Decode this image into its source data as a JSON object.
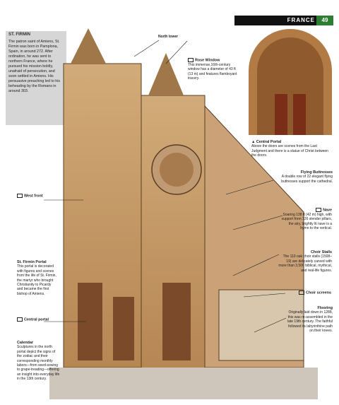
{
  "header": {
    "country": "FRANCE",
    "page": "49"
  },
  "sidebar": {
    "title": "ST. FIRMIN",
    "text": "The patron saint of Amiens, St. Firmin was born in Pamplona, Spain, in around 272. After ordination, he was sent to northern France, where he pursued his mission boldly, unafraid of persecution, and soon settled in Amiens. His persuasive preaching led to his beheading by the Romans in around 303."
  },
  "labels": {
    "north_tower": "North tower",
    "rose_title": "Rose Window",
    "rose_text": "This immense,16th-century window has a diameter of 43 ft (13 m) and features flamboyant tracery.",
    "central_portal_caption_title": "Central Portal",
    "central_portal_caption_text": "Above the doors are scenes from the Last Judgment and there is a statue of Christ between the doors.",
    "flying_title": "Flying Buttresses",
    "flying_text": "A double row of 22 elegant flying buttresses support the cathedral.",
    "west_front": "West front",
    "nave_title": "Nave",
    "nave_text": "Soaring 138 ft (42 m) high, with support from 126 slender pillars, the airy, brightly lit nave is a hymn to the vertical.",
    "firmin_portal_title": "St. Firmin Portal",
    "firmin_portal_text": "This portal is decorated with figures and scenes from the life of St. Firmin, the martyr who brought Christianity to Picardy and became the first bishop of Amiens.",
    "choir_stalls_title": "Choir Stalls",
    "choir_stalls_text": "The 110 oak choir stalls (1508–19) are delicately carved with more than 3,500 biblical, mythical, and real-life figures.",
    "choir_screens": "Choir screens",
    "central_portal": "Central portal",
    "flooring_title": "Flooring",
    "flooring_text": "Originally laid down in 1288, this was re-assembled in the late 19th century. The faithful followed its labyrinthine path on their knees.",
    "calendar_title": "Calendar",
    "calendar_text": "Sculptures in the north portal depict the signs of the zodiac and their corresponding monthly labors—from seed-sowing to grape-treading—offering an insight into everyday life in the 13th century."
  }
}
